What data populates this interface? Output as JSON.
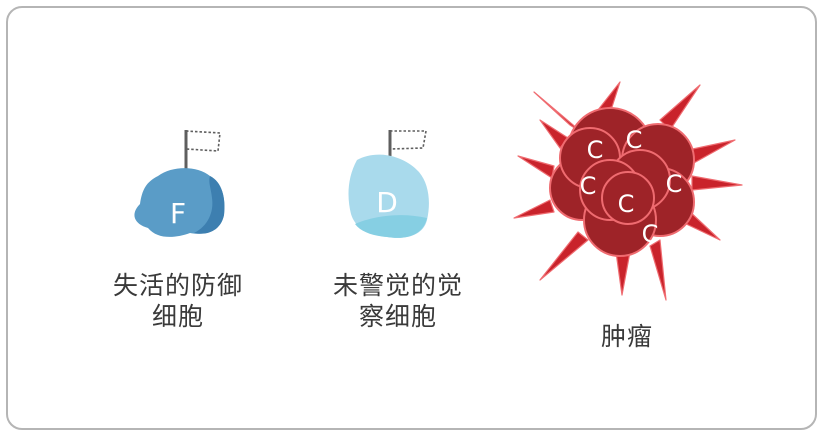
{
  "cells": [
    {
      "letter": "F",
      "caption_lines": [
        "失活的防御",
        "细胞"
      ],
      "colors": {
        "body": "#5a9cc7",
        "body_dark": "#3d7fb0",
        "flag_pole": "#5f5f5f"
      }
    },
    {
      "letter": "D",
      "caption_lines": [
        "未警觉的觉",
        "察细胞"
      ],
      "colors": {
        "body": "#a9daec",
        "body_dark": "#86cfe3",
        "flag_pole": "#5f5f5f"
      }
    }
  ],
  "tumor": {
    "letter": "C",
    "caption": "肿瘤",
    "colors": {
      "fill": "#9e2328",
      "outline": "#ef6b70",
      "spike": "#c9232b"
    }
  }
}
